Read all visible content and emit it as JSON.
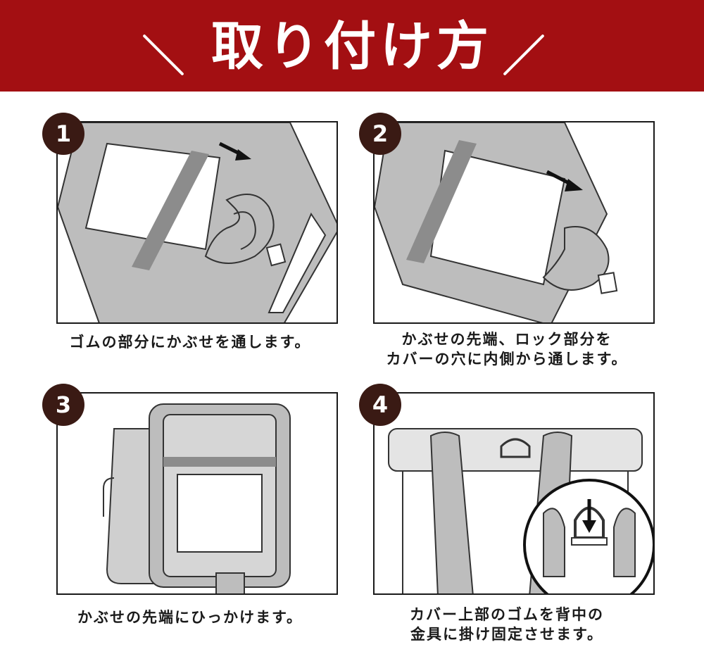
{
  "header": {
    "title": "取り付け方"
  },
  "steps": [
    {
      "number": "1",
      "caption_lines": [
        "ゴムの部分にかぶせを通します。"
      ]
    },
    {
      "number": "2",
      "caption_lines": [
        "かぶせの先端、ロック部分を",
        "カバーの穴に内側から通します。"
      ]
    },
    {
      "number": "3",
      "caption_lines": [
        "かぶせの先端にひっかけます。"
      ]
    },
    {
      "number": "4",
      "caption_lines": [
        "カバー上部のゴムを背中の",
        "金具に掛け固定させます。"
      ]
    }
  ],
  "colors": {
    "header_bg": "#a30f12",
    "badge_bg": "#3a1a14",
    "illustration_gray": "#bdbdbd",
    "band_gray": "#8c8c8c"
  }
}
